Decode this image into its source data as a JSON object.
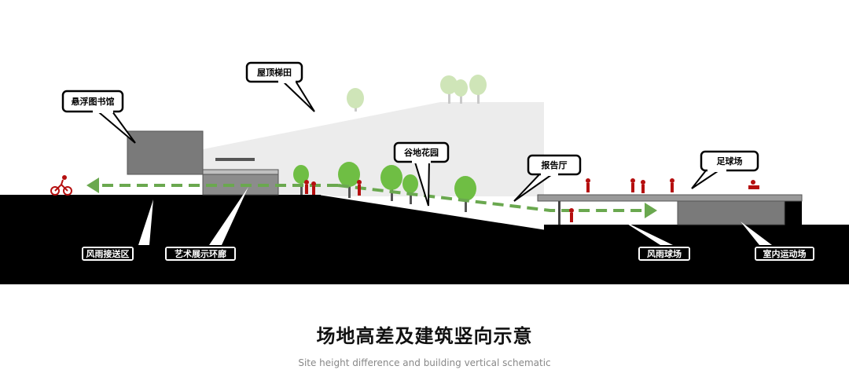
{
  "title": "场地高差及建筑竖向示意",
  "subtitle": "Site height difference and building vertical schematic",
  "callouts": {
    "library": "悬浮图书馆",
    "roof_terraces": "屋顶梯田",
    "valley_garden": "谷地花园",
    "lecture_hall": "报告厅",
    "football_field": "足球场"
  },
  "ground_labels": {
    "dropoff": "风雨接送区",
    "gallery": "艺术展示环廊",
    "covered_court": "风雨球场",
    "indoor_sports": "室内运动场"
  },
  "colors": {
    "ground": "#000000",
    "building": "#7a7a7a",
    "path_arrow": "#6aa84f",
    "tree": "#6fbe44",
    "faded_tree": "#cfe5b8",
    "figure": "#b50f0f"
  }
}
